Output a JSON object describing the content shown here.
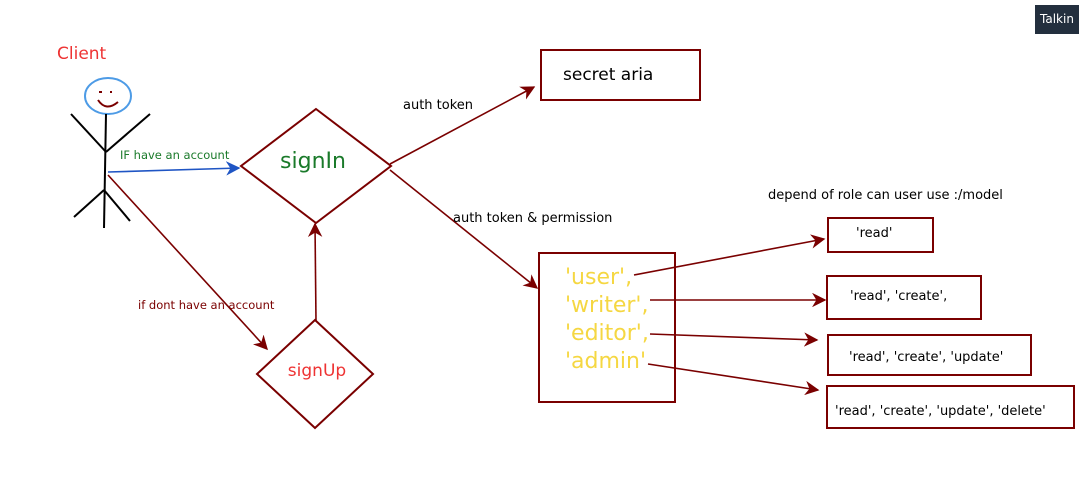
{
  "talk_button": "Talkin",
  "client_label": "Client",
  "nodes": {
    "signin": "signIn",
    "signup": "signUp",
    "secret": "secret aria",
    "roles": [
      "'user',",
      "'writer',",
      "'editor',",
      "'admin'"
    ],
    "permissions": [
      "'read'",
      "'read', 'create',",
      "'read', 'create', 'update'",
      "'read', 'create', 'update', 'delete'"
    ]
  },
  "edge_labels": {
    "has_account": "IF have an account",
    "no_account": "if dont have an account",
    "auth_token": "auth token",
    "auth_token_permission": "auth token & permission",
    "depend_role": "depend of role can user use :/model"
  },
  "colors": {
    "dark_red": "#7a0000",
    "red_text": "#ee3333",
    "green_text": "#1a7a2a",
    "blue_arrow": "#1f55c4",
    "yellow_text": "#f5d742",
    "face_blue": "#4d9be6"
  }
}
